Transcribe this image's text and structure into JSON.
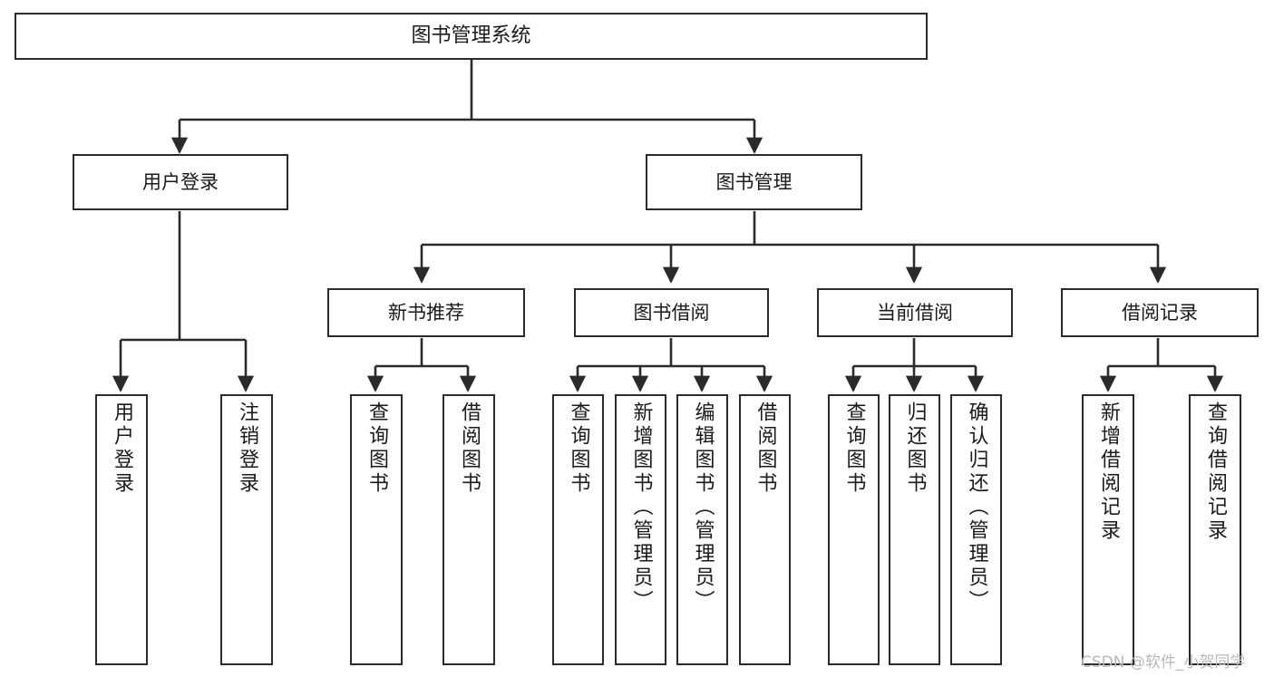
{
  "diagram": {
    "type": "tree-hierarchy-chart",
    "title": "图书管理系统",
    "colors": {
      "box_border": "#2b2b2b",
      "box_fill": "#ffffff",
      "connector": "#2b2b2b",
      "text": "#1a1a1a",
      "watermark": "#b8b8b8",
      "background": "#ffffff"
    },
    "root": {
      "label": "图书管理系统"
    },
    "level2": [
      {
        "id": "user-login",
        "label": "用户登录"
      },
      {
        "id": "book-management",
        "label": "图书管理"
      }
    ],
    "level3": [
      {
        "id": "new-book-recommend",
        "label": "新书推荐"
      },
      {
        "id": "book-borrow",
        "label": "图书借阅"
      },
      {
        "id": "current-borrow",
        "label": "当前借阅"
      },
      {
        "id": "borrow-record",
        "label": "借阅记录"
      }
    ],
    "leaves": {
      "user_login": [
        {
          "id": "leaf-user-login",
          "label": "用户登录"
        },
        {
          "id": "leaf-logout-login",
          "label": "注销登录"
        }
      ],
      "new_book_recommend": [
        {
          "id": "leaf-query-book-1",
          "label": "查询图书"
        },
        {
          "id": "leaf-borrow-book-1",
          "label": "借阅图书"
        }
      ],
      "book_borrow": [
        {
          "id": "leaf-query-book-2",
          "label": "查询图书"
        },
        {
          "id": "leaf-add-book",
          "label": "新增图书（管理员）"
        },
        {
          "id": "leaf-edit-book",
          "label": "编辑图书（管理员）"
        },
        {
          "id": "leaf-borrow-book-2",
          "label": "借阅图书"
        }
      ],
      "current_borrow": [
        {
          "id": "leaf-query-book-3",
          "label": "查询图书"
        },
        {
          "id": "leaf-return-book",
          "label": "归还图书"
        },
        {
          "id": "leaf-confirm-return",
          "label": "确认归还（管理员）"
        }
      ],
      "borrow_record": [
        {
          "id": "leaf-add-record",
          "label": "新增借阅记录"
        },
        {
          "id": "leaf-query-record",
          "label": "查询借阅记录"
        }
      ]
    },
    "watermark": "CSDN @软件_小贺同学"
  }
}
